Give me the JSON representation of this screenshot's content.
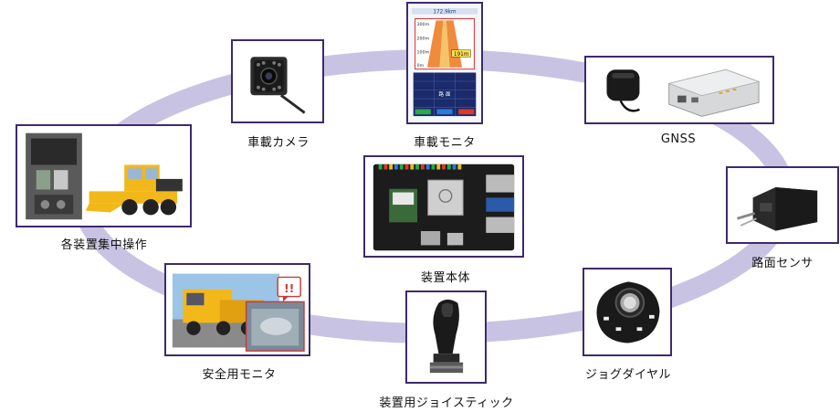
{
  "colors": {
    "ring": "#c9c3e3",
    "border": "#3d2a6b"
  },
  "nodes": {
    "car_camera": {
      "label": "車載カメラ"
    },
    "car_monitor": {
      "label": "車載モニタ",
      "screen": {
        "speed": "172.9km",
        "dist_labels": [
          "300m",
          "200m",
          "100m",
          "0m"
        ],
        "distance_badge": "191m",
        "panel_text": "路 面"
      }
    },
    "gnss": {
      "label": "GNSS"
    },
    "road_sensor": {
      "label": "路面センサ"
    },
    "main_unit": {
      "label": "装置本体"
    },
    "central_operation": {
      "label": "各装置集中操作"
    },
    "safety_monitor": {
      "label": "安全用モニタ",
      "alert": "!!"
    },
    "joystick": {
      "label": "装置用ジョイスティック"
    },
    "jog_dial": {
      "label": "ジョグダイヤル"
    }
  }
}
